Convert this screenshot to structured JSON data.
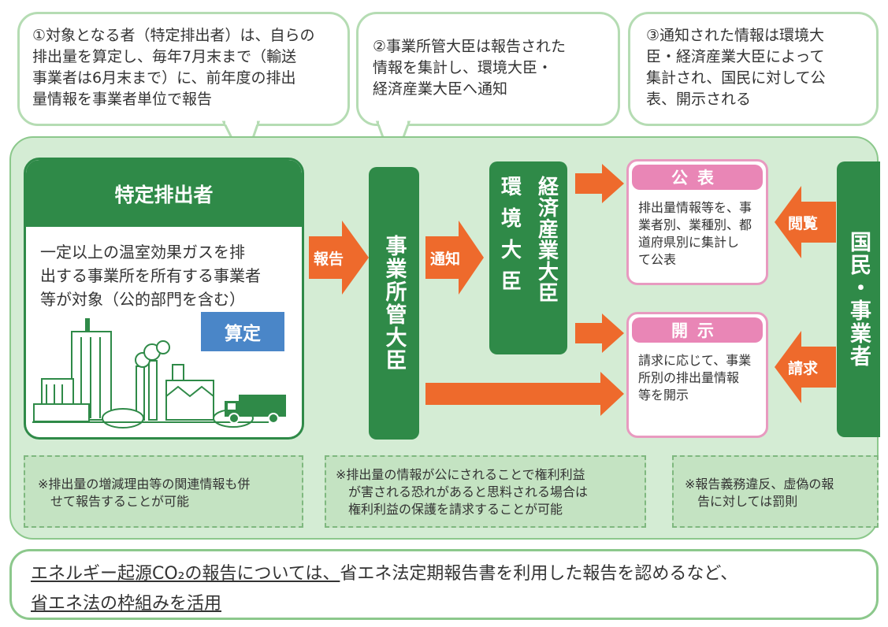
{
  "bubbles": [
    {
      "lines": [
        "①対象となる者（特定排出者）は、自らの",
        "排出量を算定し、毎年7月末まで（輸送",
        "事業者は6月末まで）に、前年度の排出",
        "量情報を事業者単位で報告"
      ]
    },
    {
      "lines": [
        "②事業所管大臣は報告された",
        "情報を集計し、環境大臣・",
        "経済産業大臣へ通知"
      ]
    },
    {
      "lines": [
        "③通知された情報は環境大",
        "臣・経済産業大臣によって",
        "集計され、国民に対して公",
        "表、開示される"
      ]
    }
  ],
  "emitter": {
    "title": "特定排出者",
    "body_lines": [
      "一定以上の温室効果ガスを排",
      "出する事業所を所有する事業者",
      "等が対象（公的部門を含む）"
    ],
    "calc_badge": "算定"
  },
  "ministers": {
    "business": "事業所管大臣",
    "meti": "経済産業大臣",
    "env": "環境大臣"
  },
  "arrows": {
    "report": "報告",
    "notify": "通知",
    "browse": "閲覧",
    "request": "請求"
  },
  "publish": {
    "title": "公表",
    "lines": [
      "排出量情報等を、事",
      "業者別、業種別、都",
      "道府県別に集計し",
      "て公表"
    ]
  },
  "disclose": {
    "title": "開示",
    "lines": [
      "請求に応じて、事業",
      "所別の排出量情報",
      "等を開示"
    ]
  },
  "citizens": "国民・事業者",
  "notes": [
    {
      "lines": [
        "※排出量の増減理由等の関連情報も併",
        "　せて報告することが可能"
      ]
    },
    {
      "lines": [
        "※排出量の情報が公にされることで権利利益",
        "　が害される恐れがあると思料される場合は",
        "　権利利益の保護を請求することが可能"
      ]
    },
    {
      "lines": [
        "※報告義務違反、虚偽の報",
        "　告に対しては罰則"
      ]
    }
  ],
  "bottom": {
    "line1_underlined": "エネルギー起源CO₂の報告については、",
    "line1_rest": "省エネ法定期報告書を利用した報告を認めるなど、",
    "line2_underlined": "省エネ法の枠組みを活用"
  },
  "colors": {
    "dark_green": "#2f8a48",
    "light_green": "#d4ecd4",
    "orange": "#ee6a2c",
    "pink": "#e986b6",
    "blue": "#4a86c8"
  }
}
